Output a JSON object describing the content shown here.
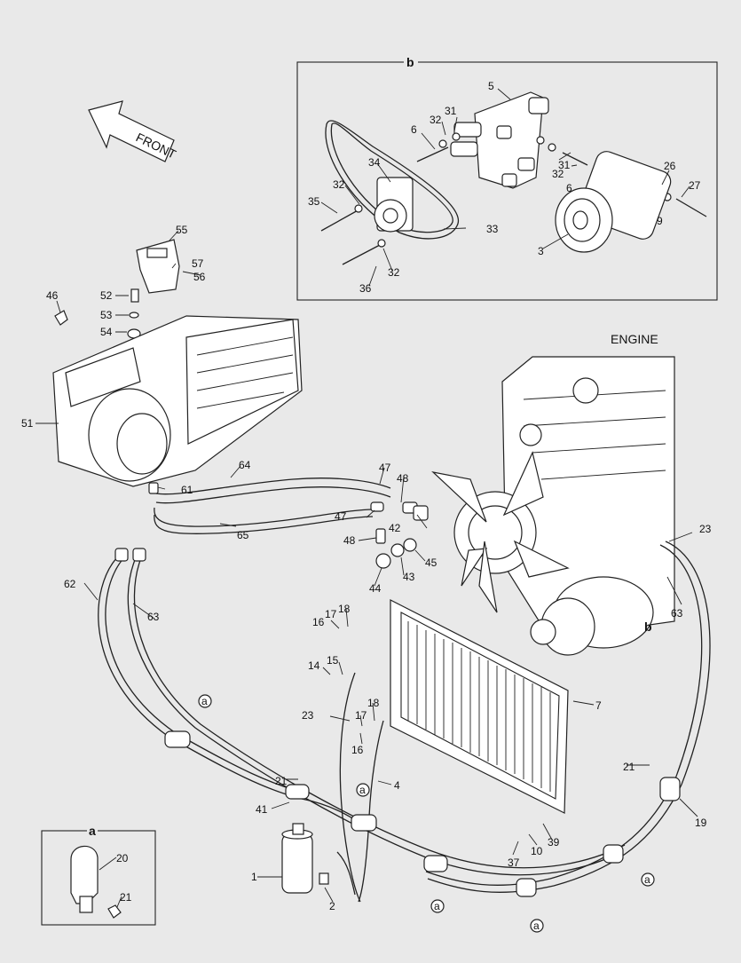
{
  "header": {
    "front_arrow_text": "FRONT",
    "engine_label": "ENGINE"
  },
  "detail_b": {
    "tag": "b"
  },
  "detail_a": {
    "tag": "a"
  },
  "clamp_marker": "a",
  "compressor_marker": "b",
  "callouts": [
    {
      "id": "c1",
      "text": "1"
    },
    {
      "id": "c2",
      "text": "2"
    },
    {
      "id": "c3",
      "text": "3"
    },
    {
      "id": "c4",
      "text": "4"
    },
    {
      "id": "c5",
      "text": "5"
    },
    {
      "id": "c6a",
      "text": "6"
    },
    {
      "id": "c6b",
      "text": "6"
    },
    {
      "id": "c7",
      "text": "7"
    },
    {
      "id": "c9",
      "text": "9"
    },
    {
      "id": "c10",
      "text": "10"
    },
    {
      "id": "c14",
      "text": "14"
    },
    {
      "id": "c15",
      "text": "15"
    },
    {
      "id": "c16a",
      "text": "16"
    },
    {
      "id": "c16b",
      "text": "16"
    },
    {
      "id": "c17a",
      "text": "17"
    },
    {
      "id": "c17b",
      "text": "17"
    },
    {
      "id": "c18a",
      "text": "18"
    },
    {
      "id": "c18b",
      "text": "18"
    },
    {
      "id": "c19",
      "text": "19"
    },
    {
      "id": "c20",
      "text": "20"
    },
    {
      "id": "c21a",
      "text": "21"
    },
    {
      "id": "c21b",
      "text": "21"
    },
    {
      "id": "c21c",
      "text": "21"
    },
    {
      "id": "c23a",
      "text": "23"
    },
    {
      "id": "c23b",
      "text": "23"
    },
    {
      "id": "c26",
      "text": "26"
    },
    {
      "id": "c27",
      "text": "27"
    },
    {
      "id": "c31a",
      "text": "31"
    },
    {
      "id": "c31b",
      "text": "31"
    },
    {
      "id": "c32a",
      "text": "32"
    },
    {
      "id": "c32b",
      "text": "32"
    },
    {
      "id": "c32c",
      "text": "32"
    },
    {
      "id": "c32d",
      "text": "32"
    },
    {
      "id": "c33",
      "text": "33"
    },
    {
      "id": "c34",
      "text": "34"
    },
    {
      "id": "c35",
      "text": "35"
    },
    {
      "id": "c36",
      "text": "36"
    },
    {
      "id": "c37",
      "text": "37"
    },
    {
      "id": "c39",
      "text": "39"
    },
    {
      "id": "c41",
      "text": "41"
    },
    {
      "id": "c42",
      "text": "42"
    },
    {
      "id": "c43",
      "text": "43"
    },
    {
      "id": "c44",
      "text": "44"
    },
    {
      "id": "c45",
      "text": "45"
    },
    {
      "id": "c46",
      "text": "46"
    },
    {
      "id": "c47a",
      "text": "47"
    },
    {
      "id": "c47b",
      "text": "47"
    },
    {
      "id": "c48a",
      "text": "48"
    },
    {
      "id": "c48b",
      "text": "48"
    },
    {
      "id": "c51",
      "text": "51"
    },
    {
      "id": "c52",
      "text": "52"
    },
    {
      "id": "c53",
      "text": "53"
    },
    {
      "id": "c54",
      "text": "54"
    },
    {
      "id": "c55",
      "text": "55"
    },
    {
      "id": "c56",
      "text": "56"
    },
    {
      "id": "c57",
      "text": "57"
    },
    {
      "id": "c61",
      "text": "61"
    },
    {
      "id": "c62",
      "text": "62"
    },
    {
      "id": "c63a",
      "text": "63"
    },
    {
      "id": "c63b",
      "text": "63"
    },
    {
      "id": "c64",
      "text": "64"
    },
    {
      "id": "c65",
      "text": "65"
    }
  ]
}
